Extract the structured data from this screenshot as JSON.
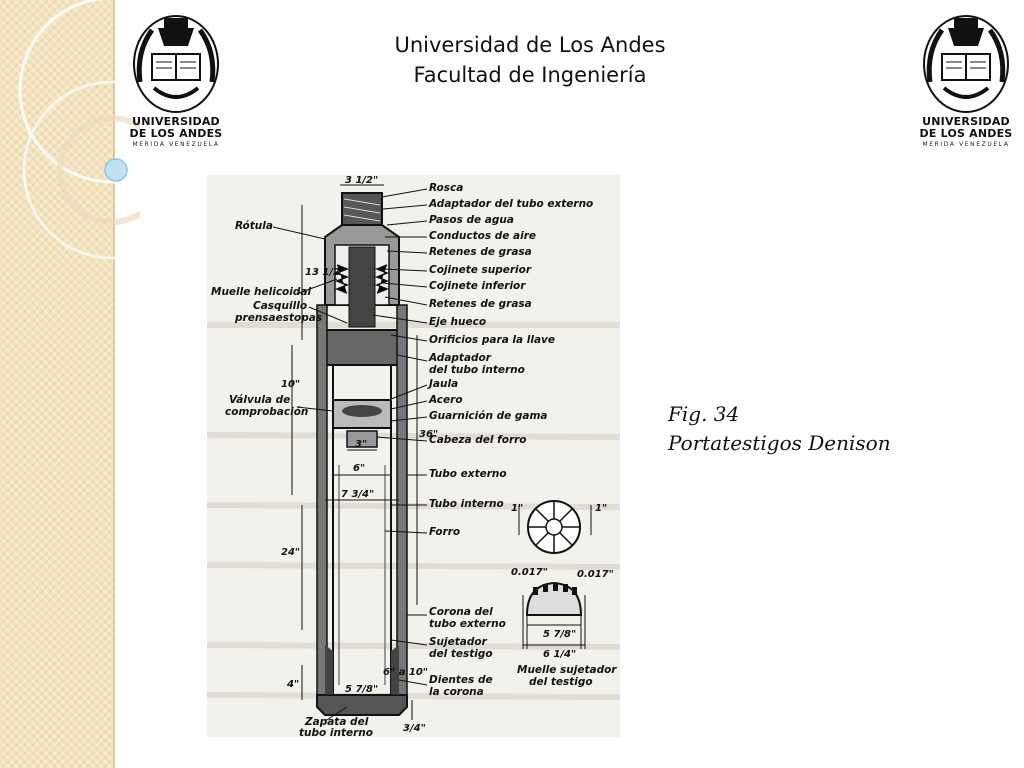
{
  "header": {
    "line1": "Universidad de Los Andes",
    "line2": "Facultad de Ingeniería"
  },
  "logo": {
    "line1": "UNIVERSIDAD",
    "line2": "DE LOS ANDES",
    "line3": "MERIDA VENEZUELA"
  },
  "figure": {
    "labels_right": [
      "Rosca",
      "Adaptador del tubo externo",
      "Pasos de agua",
      "Conductos de aire",
      "Retenes de grasa",
      "Cojinete superior",
      "Cojinete inferior",
      "Retenes de grasa",
      "Eje hueco",
      "Orificios para la llave",
      "Adaptador",
      "del tubo interno",
      "Jaula",
      "Acero",
      "Guarnición de gama",
      "Cabeza del forro",
      "Tubo externo",
      "Tubo interno",
      "Forro",
      "Corona del",
      "tubo externo",
      "Sujetador",
      "del testigo",
      "Dientes de",
      "la corona"
    ],
    "labels_left": [
      "Rótula",
      "Muelle helicoidal",
      "Casquillo",
      "prensaestopas",
      "Válvula de",
      "comprobación",
      "Zapata del",
      "tubo interno"
    ],
    "dimensions": {
      "top_width": "3 1/2\"",
      "upper_height": "13 1/2\"",
      "mid_height": "10\"",
      "inner_width": "3\"",
      "width_6": "6\"",
      "width_7_3_4": "7 3/4\"",
      "height_24": "24\"",
      "height_36": "36\"",
      "height_4": "4\"",
      "height_6a10": "6\" a 10\"",
      "bottom_width": "5 7/8\"",
      "height_3_4": "3/4\""
    },
    "detail": {
      "left_dim": "1\"",
      "right_dim": "1\"",
      "gap_left": "0.017\"",
      "gap_right": "0.017\"",
      "width_inner": "5 7/8\"",
      "width_outer": "6 1/4\"",
      "caption_l1": "Muelle sujetador",
      "caption_l2": "del testigo"
    }
  },
  "caption": {
    "line1": "Fig. 34",
    "line2": "Portatestigos Denison"
  },
  "colors": {
    "band": "#f4e3bd",
    "ring": "#ffffff",
    "bead": "#bfe3f5",
    "ink": "#111111"
  }
}
